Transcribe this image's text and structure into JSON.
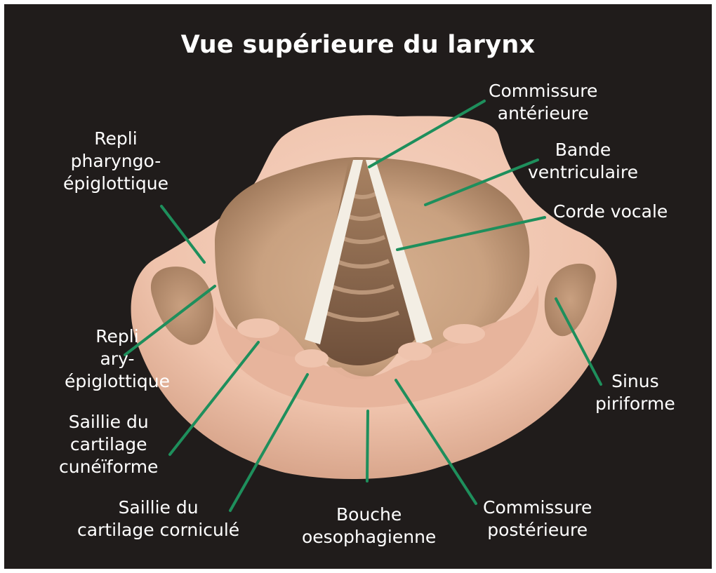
{
  "title": "Vue supérieure du larynx",
  "colors": {
    "background": "#201c1b",
    "leader_lines": "#1e8f5c",
    "text": "#ffffff",
    "tissue": "#e9b9a3",
    "vocal_cords": "#f3eee4"
  },
  "labels": {
    "commissure_anterieure": [
      "Commissure",
      "antérieure"
    ],
    "bande_ventriculaire": [
      "Bande",
      "ventriculaire"
    ],
    "corde_vocale": [
      "Corde vocale"
    ],
    "repli_pharyngo_epiglottique": [
      "Repli",
      "pharyngo-",
      "épiglottique"
    ],
    "repli_ary_epiglottique": [
      "Repli",
      "ary-",
      "épiglottique"
    ],
    "sinus_piriforme": [
      "Sinus",
      "piriforme"
    ],
    "saillie_cuneiforme": [
      "Saillie du",
      "cartilage",
      "cunéïforme"
    ],
    "saillie_cornicule": [
      "Saillie du",
      "cartilage corniculé"
    ],
    "bouche_oesophagienne": [
      "Bouche",
      "oesophagienne"
    ],
    "commissure_posterieure": [
      "Commissure",
      "postérieure"
    ]
  }
}
